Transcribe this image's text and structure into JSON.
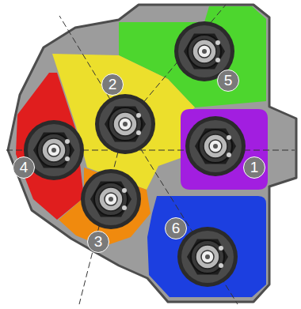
{
  "diagram": {
    "labels": [
      "5",
      "2",
      "4",
      "1",
      "6",
      "3"
    ]
  }
}
